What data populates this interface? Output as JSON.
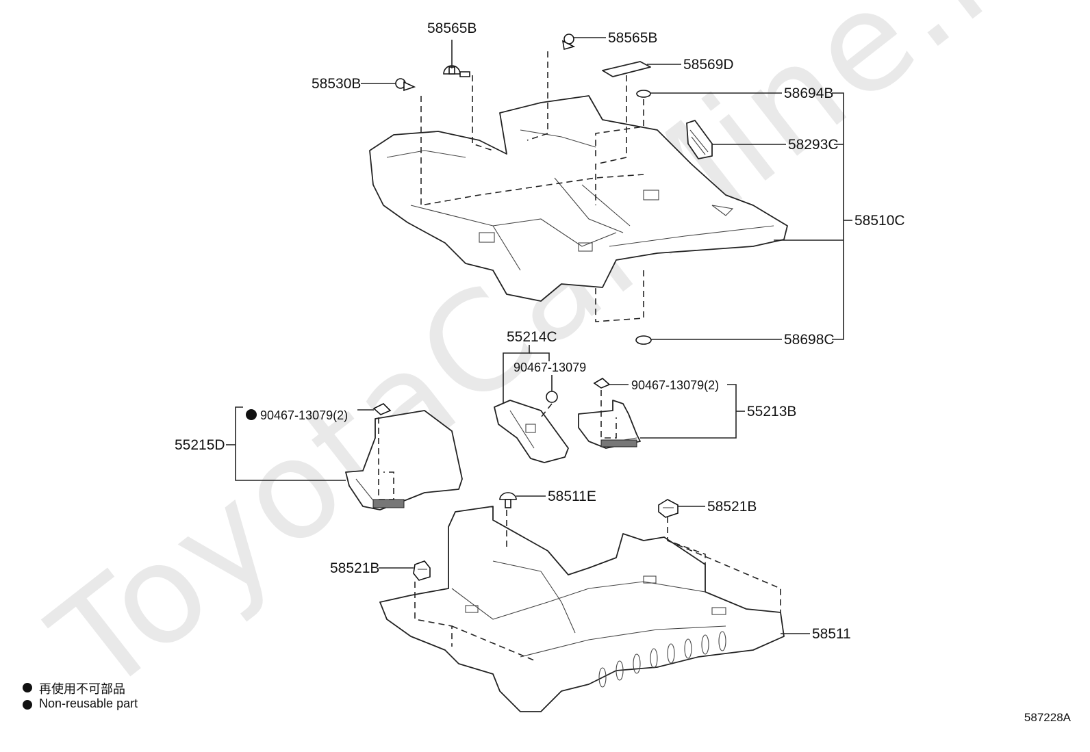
{
  "watermark": "ToyotaCarMine.ru",
  "labels": {
    "p58565B_a": "58565B",
    "p58565B_b": "58565B",
    "p58569D": "58569D",
    "p58530B": "58530B",
    "p58694B": "58694B",
    "p58293C": "58293C",
    "p58510C": "58510C",
    "p58698C": "58698C",
    "p55214C": "55214C",
    "p90467_13079": "90467-13079",
    "p90467_13079_2_right": "90467-13079(2)",
    "p55213B": "55213B",
    "p90467_13079_2_left": "90467-13079(2)",
    "p55215D": "55215D",
    "p58511E": "58511E",
    "p58521B_right": "58521B",
    "p58521B_left": "58521B",
    "p58511": "58511"
  },
  "legend": {
    "jp": "再使用不可部品",
    "en": "Non-reusable part"
  },
  "diagram_code": "587228A"
}
